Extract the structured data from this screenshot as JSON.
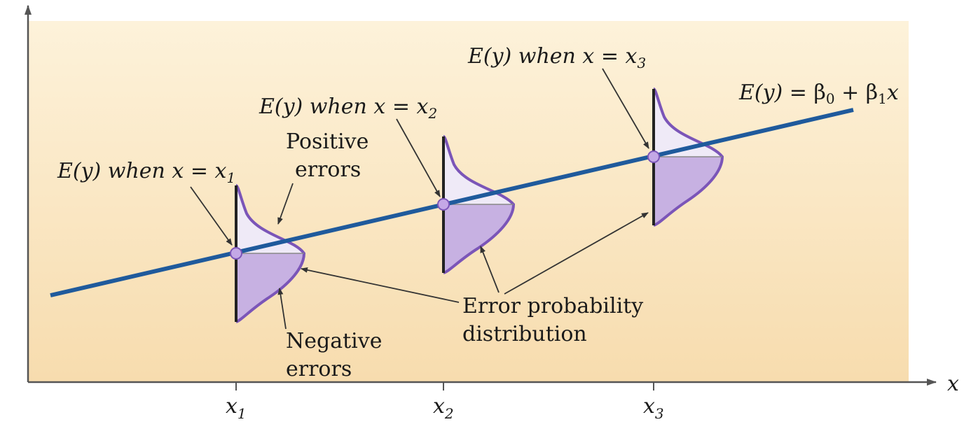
{
  "diagram": {
    "regression_line_label": {
      "lhs": "E(y) = ",
      "beta": "β",
      "plus": " + ",
      "x": "x",
      "sub0": "0",
      "sub1": "1"
    },
    "mean_labels": [
      {
        "prefix": "E(y) when x = x",
        "sub": "1"
      },
      {
        "prefix": "E(y) when x = x",
        "sub": "2"
      },
      {
        "prefix": "E(y) when x = x",
        "sub": "3"
      }
    ],
    "positive_errors": [
      "Positive",
      "errors"
    ],
    "negative_errors": [
      "Negative",
      "errors"
    ],
    "error_distribution": [
      "Error probability",
      "distribution"
    ],
    "x_axis_label": "x",
    "x_ticks": [
      {
        "base": "x",
        "sub": "1"
      },
      {
        "base": "x",
        "sub": "2"
      },
      {
        "base": "x",
        "sub": "3"
      }
    ],
    "colors": {
      "background_top": "#fdf3dd",
      "background_bottom": "#f6d8a8",
      "line": "#1f5a9c",
      "curve": "#7b55b8",
      "upper_fill": "#efeaf7",
      "lower_fill": "#c7b1e2"
    }
  }
}
